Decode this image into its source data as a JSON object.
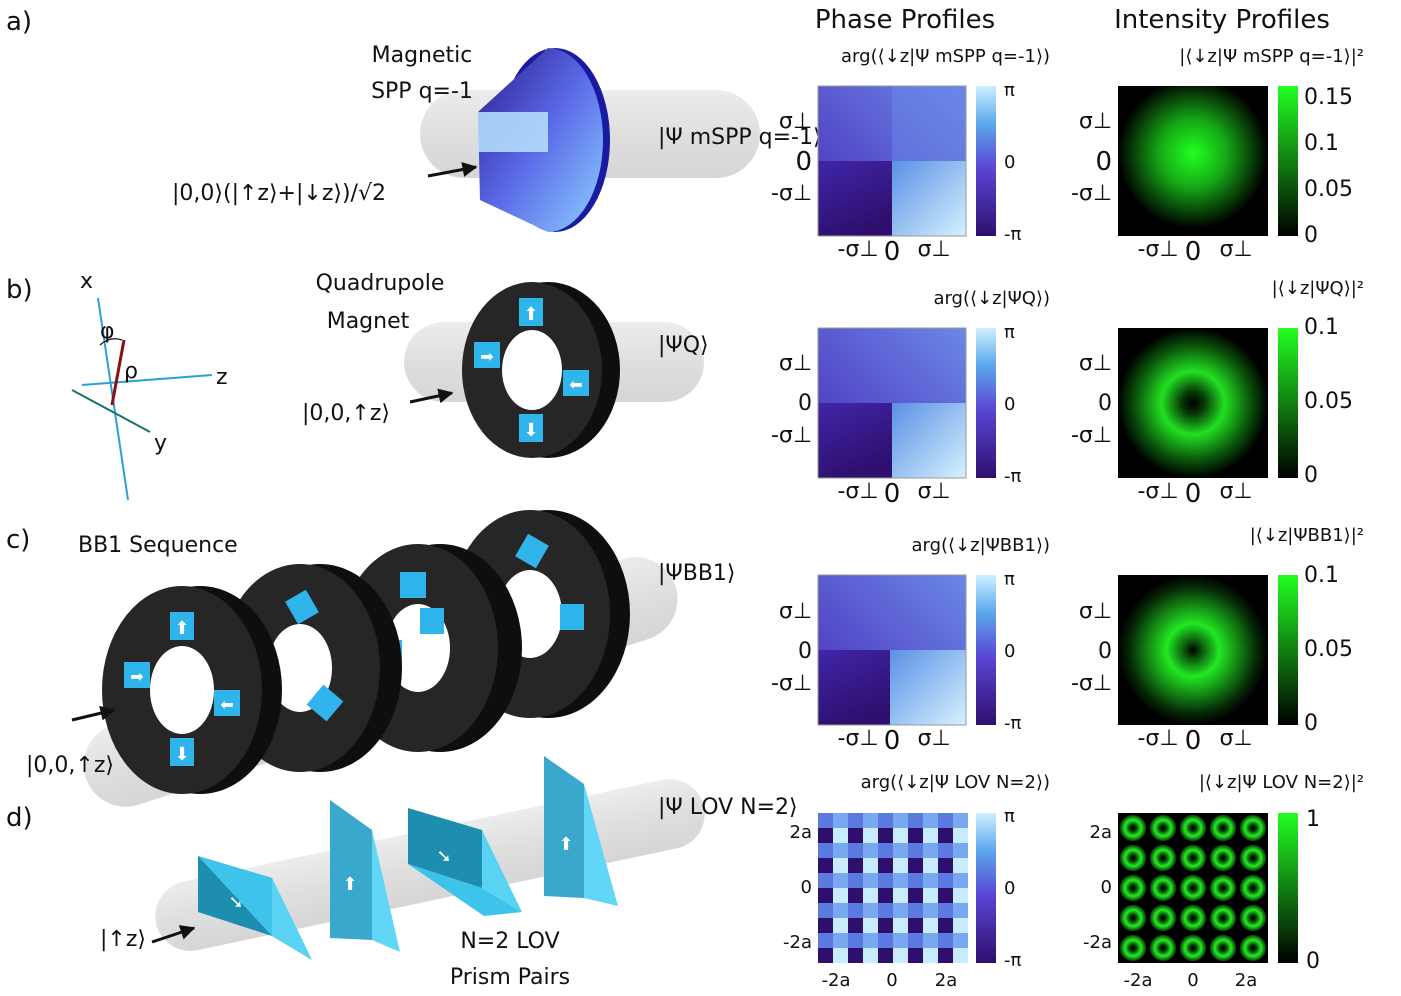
{
  "headers": {
    "phase": "Phase Profiles",
    "intensity": "Intensity Profiles"
  },
  "panels": {
    "a": {
      "label": "a)",
      "device": [
        "Magnetic",
        "SPP q=-1"
      ],
      "input": "|0,0⟩(|↑z⟩+|↓z⟩)/√2",
      "output": "|Ψ mSPP q=-1⟩",
      "phase_title": "arg(⟨↓z|Ψ mSPP q=-1⟩)",
      "intensity_title": "|⟨↓z|Ψ mSPP q=-1⟩|²",
      "phase_cbar": [
        "π",
        "0",
        "-π"
      ],
      "intensity_cbar": [
        "0.15",
        "0.1",
        "0.05",
        "0"
      ]
    },
    "b": {
      "label": "b)",
      "device": [
        "Quadrupole",
        "Magnet"
      ],
      "input": "|0,0,↑z⟩",
      "output": "|ΨQ⟩",
      "phase_title": "arg(⟨↓z|ΨQ⟩)",
      "intensity_title": "|⟨↓z|ΨQ⟩|²",
      "phase_cbar": [
        "π",
        "0",
        "-π"
      ],
      "intensity_cbar": [
        "0.1",
        "0.05",
        "0"
      ],
      "axes": {
        "x": "x",
        "y": "y",
        "z": "z",
        "phi": "φ",
        "rho": "ρ"
      }
    },
    "c": {
      "label": "c)",
      "device": [
        "BB1 Sequence"
      ],
      "input": "|0,0,↑z⟩",
      "output": "|ΨBB1⟩",
      "phase_title": "arg(⟨↓z|ΨBB1⟩)",
      "intensity_title": "|⟨↓z|ΨBB1⟩|²",
      "phase_cbar": [
        "π",
        "0",
        "-π"
      ],
      "intensity_cbar": [
        "0.1",
        "0.05",
        "0"
      ]
    },
    "d": {
      "label": "d)",
      "device": [
        "N=2 LOV",
        "Prism Pairs"
      ],
      "input": "|↑z⟩",
      "output": "|Ψ LOV N=2⟩",
      "phase_title": "arg(⟨↓z|Ψ LOV N=2⟩)",
      "intensity_title": "|⟨↓z|Ψ LOV N=2⟩|²",
      "phase_cbar": [
        "π",
        "0",
        "-π"
      ],
      "intensity_cbar": [
        "1",
        "0"
      ]
    }
  },
  "ticks_sigma": {
    "pos": "σ⊥",
    "zero": "0",
    "neg": "-σ⊥"
  },
  "ticks_lov": {
    "pos": "2a",
    "zero": "0",
    "neg": "-2a"
  },
  "colors": {
    "phase_low": "#3a0a7a",
    "phase_mid": "#6a4fd8",
    "phase_high": "#c8ecff",
    "intensity_peak": "#22ff22",
    "prism": "#3ec3ea",
    "magnet_body": "#1f1f1f",
    "magnet_patch": "#2fb4ec",
    "beam": "#d6d6d6"
  },
  "icons": {
    "arrow": "arrow-right-icon",
    "magnet": "quadrupole-magnet-icon",
    "prism": "prism-icon"
  }
}
